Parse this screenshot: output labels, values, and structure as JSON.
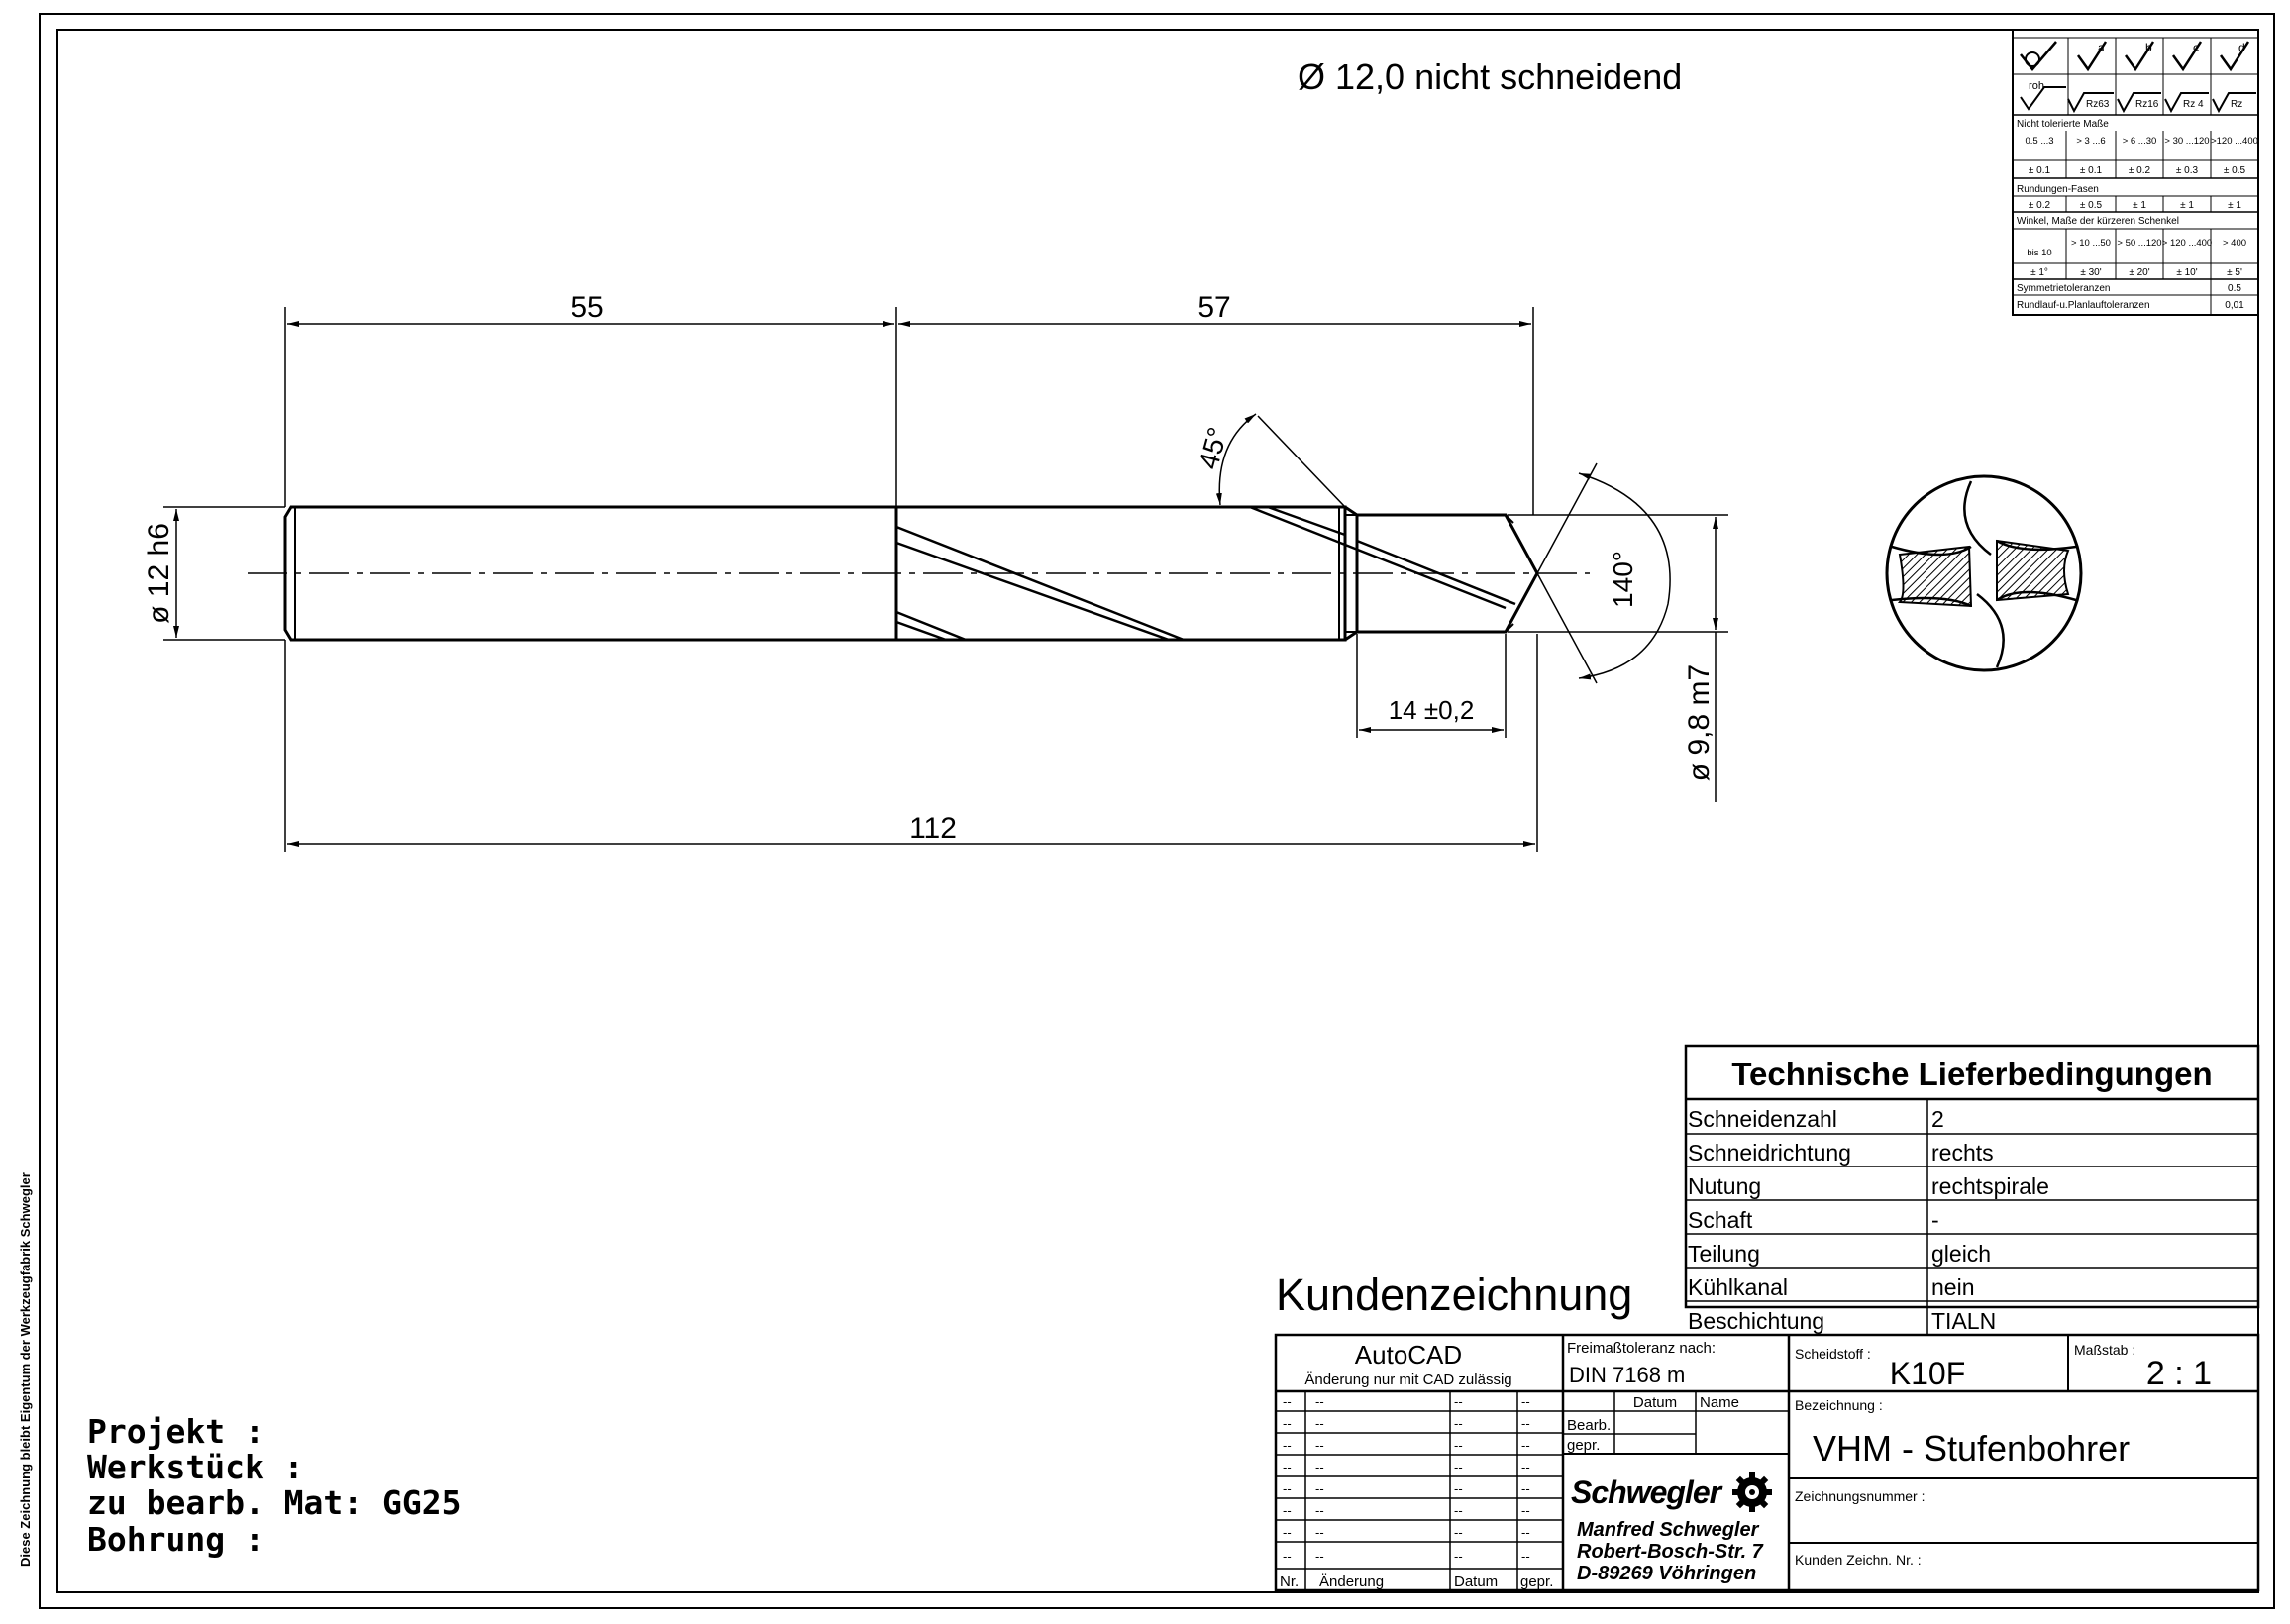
{
  "side_note": "Diese Zeichnung bleibt Eigentum der Werkzeugfabrik Schwegler",
  "header_note": "Ø  12,0  nicht schneidend",
  "dimensions": {
    "d55": "55",
    "d57": "57",
    "d112": "112",
    "d14": "14  ±0,2",
    "dia12": "ø 12 h6",
    "dia98": "ø 9,8 m7",
    "angle45": "45°",
    "angle140": "140°"
  },
  "tolerance_table": {
    "rough_label": "roh",
    "letters": [
      "a",
      "b",
      "c",
      "d"
    ],
    "roughness": [
      "Rz63",
      "Rz16",
      "Rz 4",
      "Rz"
    ],
    "untoleranced_title": "Nicht tolerierte Maße",
    "ranges": [
      "0.5 ...3",
      "> 3 ...6",
      "> 6 ...30",
      "> 30 ...120",
      ">120 ...400"
    ],
    "range_tol": [
      "± 0.1",
      "± 0.1",
      "± 0.2",
      "± 0.3",
      "± 0.5"
    ],
    "fillet_title": "Rundungen-Fasen",
    "fillet_tol": [
      "± 0.2",
      "± 0.5",
      "± 1",
      "± 1",
      "± 1"
    ],
    "angle_title": "Winkel, Maße der kürzeren Schenkel",
    "angle_ranges": [
      "bis 10",
      "> 10 ...50",
      "> 50 ...120",
      "> 120 ...400",
      "> 400"
    ],
    "angle_tol": [
      "± 1°",
      "± 30'",
      "± 20'",
      "± 10'",
      "± 5'"
    ],
    "symmetry_label": "Symmetrietoleranzen",
    "symmetry_value": "0.5",
    "runout_label": "Rundlauf-u.Planlauftoleranzen",
    "runout_value": "0,01"
  },
  "delivery": {
    "title": "Technische Lieferbedingungen",
    "rows": [
      {
        "label": "Schneidenzahl",
        "value": "2"
      },
      {
        "label": "Schneidrichtung",
        "value": "rechts"
      },
      {
        "label": "Nutung",
        "value": "rechtspirale"
      },
      {
        "label": "Schaft",
        "value": "-"
      },
      {
        "label": "Teilung",
        "value": "gleich"
      },
      {
        "label": "Kühlkanal",
        "value": "nein"
      },
      {
        "label": "Beschichtung",
        "value": "TIALN"
      }
    ]
  },
  "drawing_type": "Kundenzeichnung",
  "title_block": {
    "cad": "AutoCAD",
    "cad_note": "Änderung nur mit CAD zulässig",
    "free_tol_label": "Freimaßtoleranz nach:",
    "free_tol_value": "DIN 7168 m",
    "material_label": "Scheidstoff :",
    "material_value": "K10F",
    "scale_label": "Maßstab :",
    "scale_value": "2 : 1",
    "designation_label": "Bezeichnung :",
    "designation_value": "VHM - Stufenbohrer",
    "drawing_no_label": "Zeichnungsnummer :",
    "customer_no_label": "Kunden Zeichn. Nr. :",
    "date_header": "Datum",
    "name_header": "Name",
    "bearb_label": "Bearb.",
    "gepr_label": "gepr.",
    "revision_placeholder": "--",
    "rev_headers": [
      "Nr.",
      "Änderung",
      "Datum",
      "gepr."
    ],
    "company_logo": "Schwegler",
    "company_name": "Manfred Schwegler",
    "company_street": "Robert-Bosch-Str. 7",
    "company_city": "D-89269 Vöhringen"
  },
  "project": {
    "projekt": "Projekt :",
    "werkstueck": "Werkstück :",
    "material": "zu bearb. Mat: GG25",
    "bohrung": "Bohrung :"
  }
}
